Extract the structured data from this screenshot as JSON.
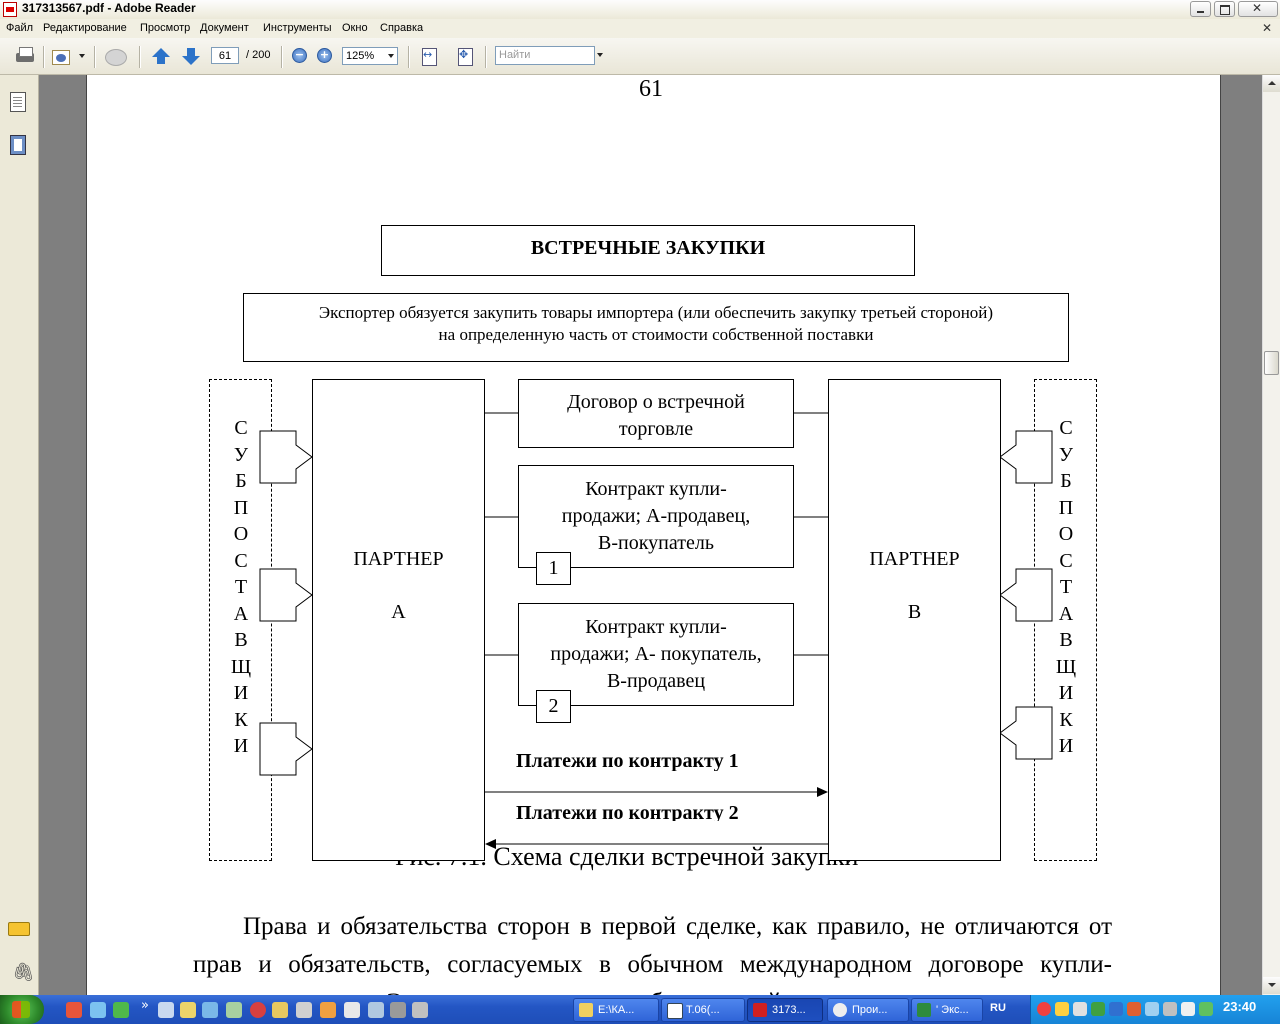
{
  "window": {
    "title": "317313567.pdf - Adobe Reader"
  },
  "menu": [
    "Файл",
    "Редактирование",
    "Просмотр",
    "Документ",
    "Инструменты",
    "Окно",
    "Справка"
  ],
  "toolbar": {
    "current_page": "61",
    "total_pages": "/ 200",
    "zoom": "125%",
    "find_placeholder": "Найти"
  },
  "page": {
    "number": "61",
    "diagram": {
      "title": "ВСТРЕЧНЫЕ ЗАКУПКИ",
      "description": [
        "Экспортер обязуется закупить товары импортера (или обеспечить закупку третьей стороной)",
        "на определенную часть от стоимости собственной поставки"
      ],
      "suppliers_left": [
        "С",
        "У",
        "Б",
        "П",
        "О",
        "С",
        "Т",
        "А",
        "В",
        "Щ",
        "И",
        "К",
        "И"
      ],
      "suppliers_right": [
        "С",
        "У",
        "Б",
        "П",
        "О",
        "С",
        "Т",
        "А",
        "В",
        "Щ",
        "И",
        "К",
        "И"
      ],
      "partner_a": {
        "line1": "ПАРТНЕР",
        "line2": "А"
      },
      "partner_b": {
        "line1": "ПАРТНЕР",
        "line2": "В"
      },
      "contracts": [
        {
          "lines": [
            "Договор о встречной",
            "торговле"
          ]
        },
        {
          "lines": [
            "Контракт купли-",
            "продажи; А-продавец,",
            "В-покупатель"
          ],
          "number": "1"
        },
        {
          "lines": [
            "Контракт купли-",
            "продажи; А- покупатель,",
            "В-продавец"
          ],
          "number": "2"
        }
      ],
      "payments": [
        "Платежи по контракту 1",
        "Платежи по контракту 2"
      ]
    },
    "caption": "Рис. 7.1. Схема сделки встречной закупки",
    "paragraph": "Права и обязательства сторон в первой сделке, как правило, не отличаются от прав и обязательств, согласуемых в обычном международном договоре купли-продажи товаров. Это же касается прав и обязанностей"
  },
  "taskbar": {
    "tasks": [
      "E:\\КА...",
      "Т.06(...",
      "3173...",
      "Прои...",
      "' Экс..."
    ],
    "language": "RU",
    "clock": "23:40"
  }
}
